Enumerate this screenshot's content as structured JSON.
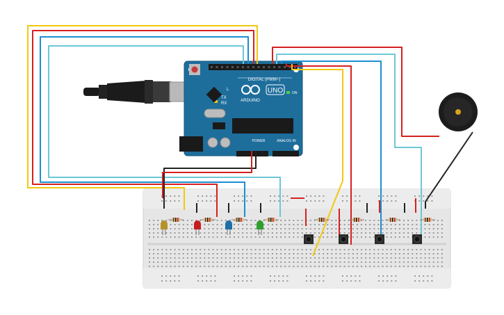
{
  "board": {
    "brand": "ARDUINO",
    "model": "UNO",
    "digital_label": "DIGITAL (PWM~)",
    "power_label": "POWER",
    "analog_label": "ANALOG IN",
    "tx_label": "TX",
    "rx_label": "RX",
    "l_label": "L",
    "on_label": "ON"
  },
  "components": {
    "leds": [
      {
        "color_name": "yellow",
        "color": "#b5912a"
      },
      {
        "color_name": "red",
        "color": "#c41e1e"
      },
      {
        "color_name": "blue",
        "color": "#1e6fa8"
      },
      {
        "color_name": "green",
        "color": "#2f9e2f"
      }
    ],
    "buttons": 4,
    "resistors": 8,
    "buzzer": "piezo-buzzer"
  },
  "wire_colors": {
    "yellow": "#f2c80f",
    "red": "#d62020",
    "blue": "#1a8fd0",
    "cyan": "#6cc7d6",
    "black": "#222222"
  },
  "colors": {
    "board_blue": "#1e6e9c",
    "breadboard": "#e8e8e8",
    "cable": "#1a1a1a"
  }
}
